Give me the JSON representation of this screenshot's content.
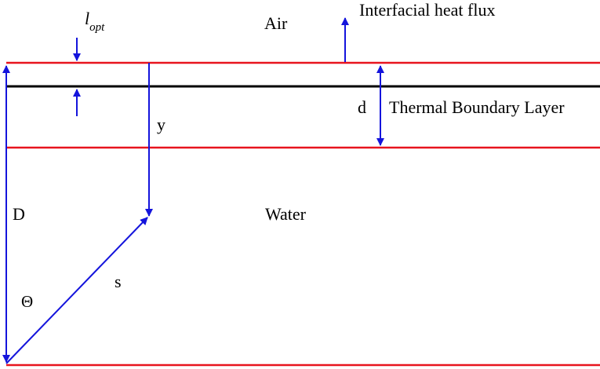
{
  "diagram": {
    "labels": {
      "l_opt_main": "l",
      "l_opt_sub": "opt",
      "air": "Air",
      "heat_flux": "Interfacial heat flux",
      "d": "d",
      "thermal_boundary_layer": "Thermal Boundary Layer",
      "y": "y",
      "D": "D",
      "water": "Water",
      "s": "s",
      "theta": "Θ"
    },
    "colors": {
      "interface_lines": "#e8141e",
      "reference_line": "#000000",
      "arrows": "#1414dc",
      "text": "#000000"
    }
  }
}
